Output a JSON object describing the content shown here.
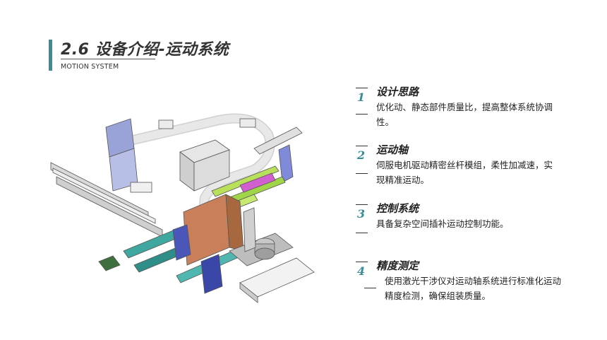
{
  "header": {
    "title": "2.6 设备介绍-运动系统",
    "subtitle": "MOTION SYSTEM",
    "accent_color": "#3a8c95"
  },
  "features": [
    {
      "number": "1",
      "title": "设计思路",
      "description": "优化动、静态部件质量比，提高整体系统协调性。"
    },
    {
      "number": "2",
      "title": "运动轴",
      "description": "伺服电机驱动精密丝杆模组，柔性加减速，实现精准运动。"
    },
    {
      "number": "3",
      "title": "控制系统",
      "description": "具备复杂空间插补运动控制功能。"
    },
    {
      "number": "4",
      "title": "精度测定",
      "description": "使用激光干涉仪对运动轴系统进行标准化运动精度检测，确保组装质量。"
    }
  ]
}
